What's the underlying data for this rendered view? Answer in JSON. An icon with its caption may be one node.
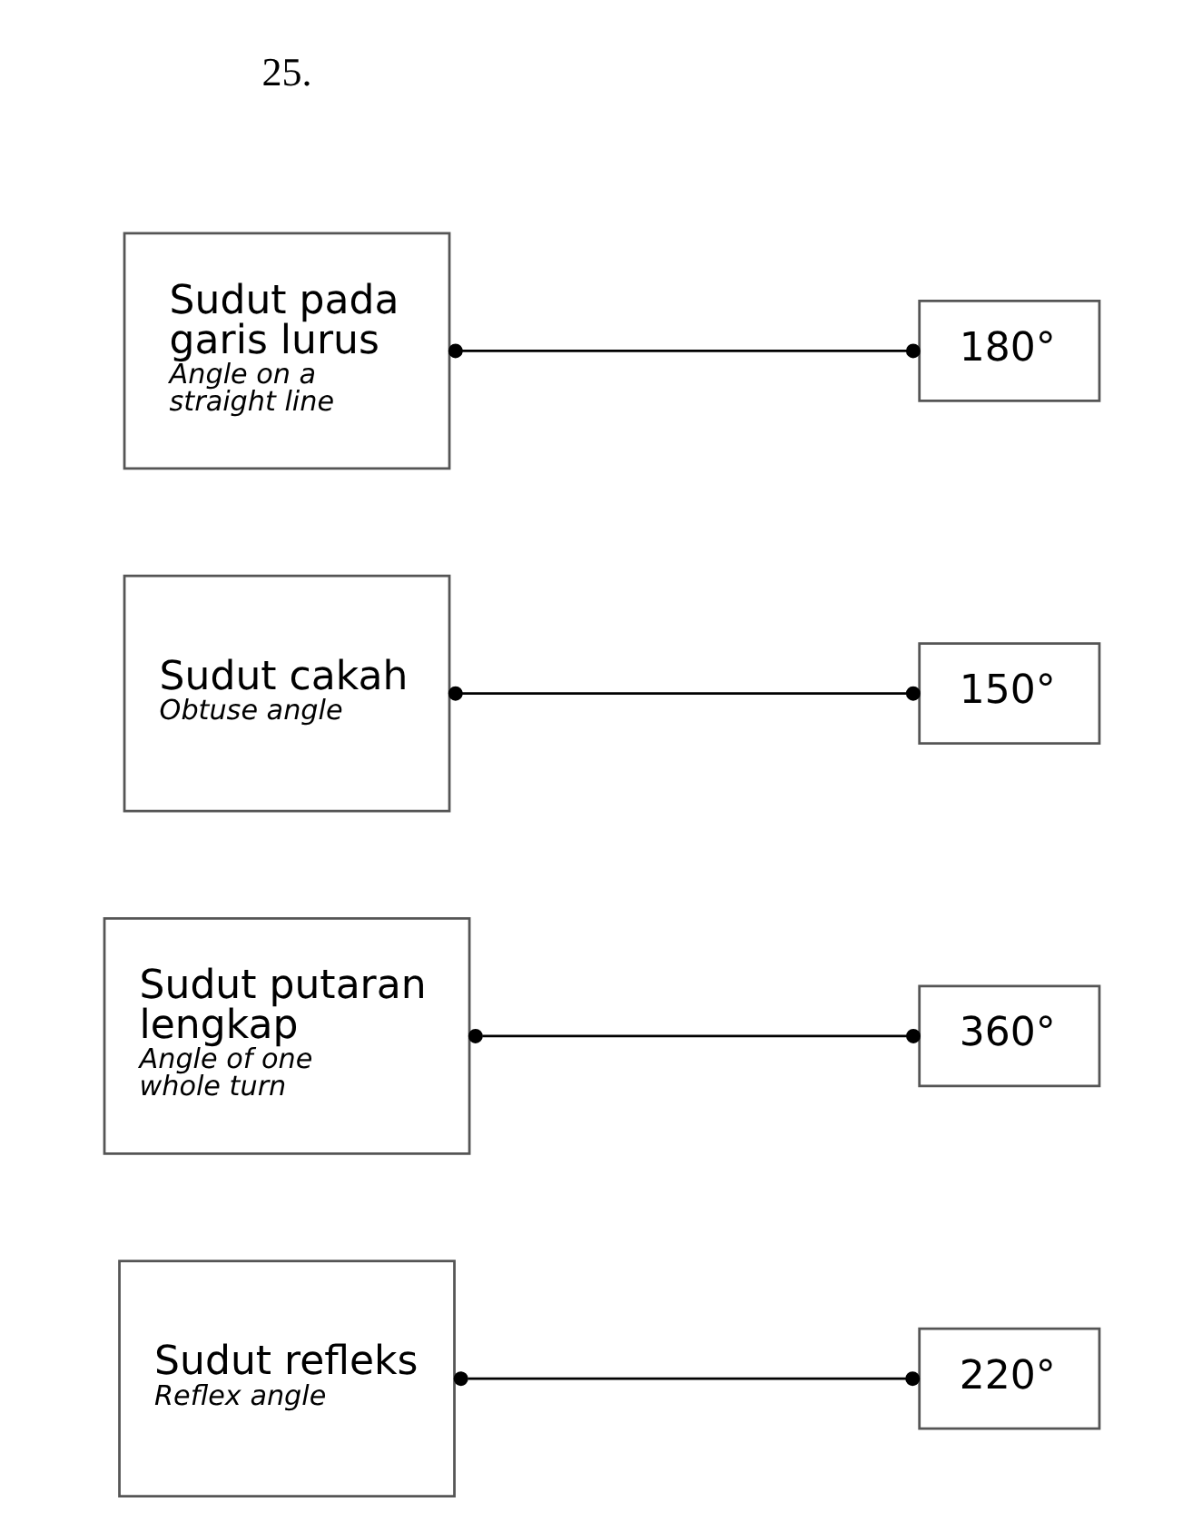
{
  "diagram": {
    "nodes": [
      {
        "text": [
          "Sudut refleks",
          "Reflex angle"
        ]
      },
      {
        "text": [
          "Sudut putaran lengkap",
          "Angle of one whole turn"
        ]
      },
      {
        "text": [
          "Sudut cakah",
          "Obtuse angle"
        ]
      },
      {
        "text": [
          "Sudut pada garis lurus",
          "Angle on a straight line"
        ]
      },
      {
        "text": [
          "180°"
        ]
      },
      {
        "text": [
          "150°"
        ]
      },
      {
        "text": [
          "220°"
        ]
      },
      {
        "text": [
          "360°"
        ]
      }
    ],
    "edges": [
      {
        "from": 0,
        "to": 6,
        "arrow": "other"
      },
      {
        "from": 1,
        "to": 7,
        "arrow": "other"
      },
      {
        "from": 2,
        "to": 5,
        "arrow": "other"
      },
      {
        "from": 3,
        "to": 4,
        "arrow": "other"
      }
    ],
    "labels": [
      "25."
    ]
  }
}
